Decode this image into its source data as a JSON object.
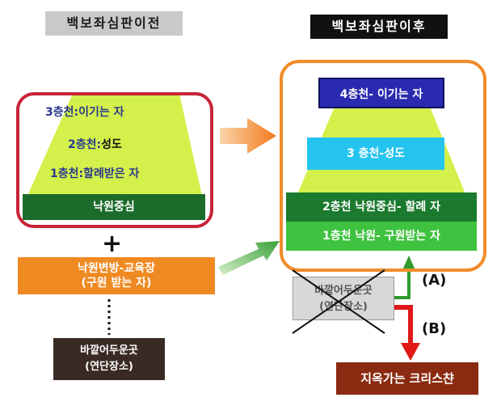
{
  "headers": {
    "before": "백보좌심판이전",
    "after": "백보좌심판이후"
  },
  "left_pyramid": {
    "floor3": {
      "num": "3층천:",
      "text": "이기는 자"
    },
    "floor2": {
      "num": "2층천:",
      "text": "성도"
    },
    "floor1": {
      "num": "1층천:",
      "text": "할례받은 자"
    },
    "base": "낙원중심"
  },
  "plus": "+",
  "edge_box": {
    "line1": "낙원변방-교육장",
    "line2": "(구원 받는 자)"
  },
  "outer_dark_left": {
    "line1": "바깥어두운곳",
    "line2": "(연단장소)"
  },
  "right_pyramid": {
    "floor4": "4층천- 이기는 자",
    "floor3": "3 층천-성도",
    "floor2": "2층천  낙원중심- 할례 자",
    "floor1": "1층천 낙원-  구원받는 자"
  },
  "outer_dark_right": {
    "line1": "바깥어두운곳",
    "line2": "(연단장소)"
  },
  "tags": {
    "a": "(A)",
    "b": "(B)"
  },
  "hell": "지옥가는 크리스챤",
  "colors": {
    "pyramid": "#d4f04a",
    "red_frame": "#c8243a",
    "orange_frame": "#f08c2a"
  }
}
